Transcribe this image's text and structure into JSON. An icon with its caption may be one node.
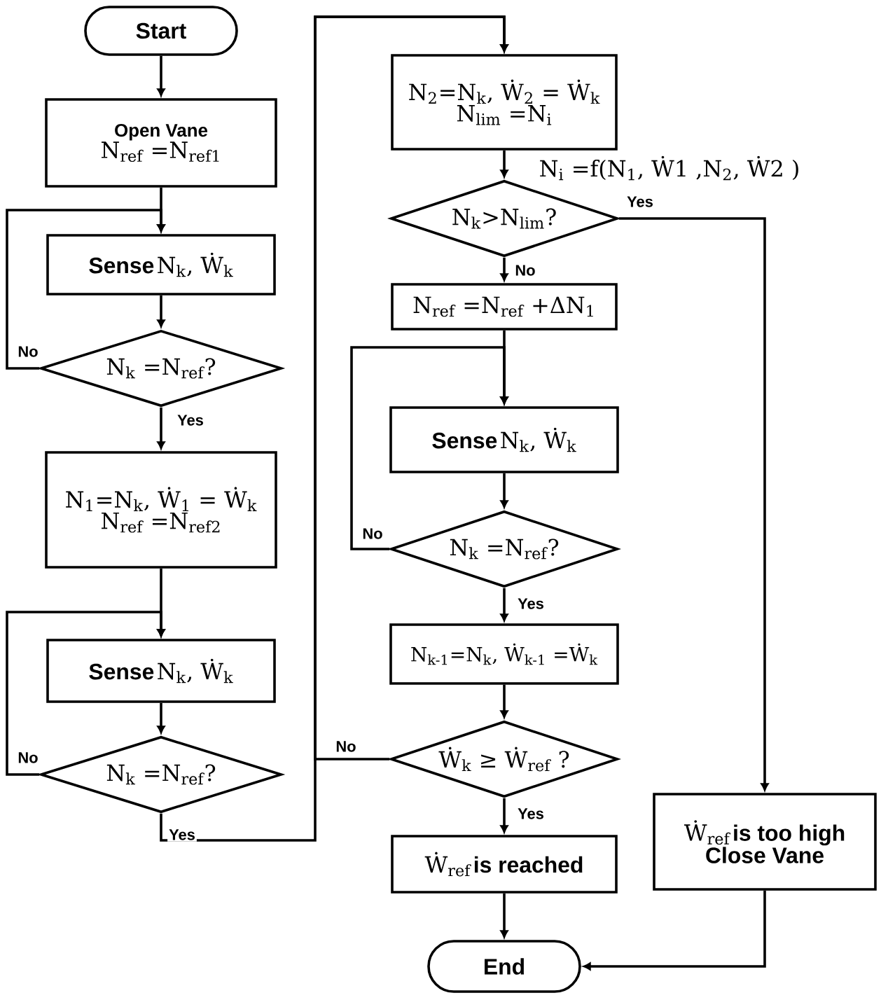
{
  "diagram": {
    "nodes": [
      {
        "text": [
          "Start"
        ]
      },
      {
        "text": [
          "Open Vane",
          "N$_{ref}$ =N$_{ref1}$"
        ]
      },
      {
        "text": [
          "Sense",
          "N$_{k}$, Ẇ$_{k}$"
        ]
      },
      {
        "text": [
          "N$_{k}$ =N$_{ref}$?"
        ]
      },
      {
        "text": [
          "N$_{1}$=N$_{k}$, Ẇ$_{1}$ = Ẇ$_{k}$",
          "N$_{ref}$ =N$_{ref2}$"
        ]
      },
      {
        "text": [
          "Sense",
          "N$_{k}$, Ẇ$_{k}$"
        ]
      },
      {
        "text": [
          "N$_{k}$ =N$_{ref}$?"
        ]
      },
      {
        "text": [
          "N$_{2}$=N$_{k}$, Ẇ$_{2}$ = Ẇ$_{k}$",
          "N$_{lim}$ =N$_{i}$"
        ],
        "beside": [
          "N$_{i}$ =f(N$_{1}$, Ẇ1 ,N$_{2}$, Ẇ2 )"
        ]
      },
      {
        "text": [
          "N$_{k}$>N$_{lim}$?"
        ]
      },
      {
        "text": [
          "N$_{ref}$ =N$_{ref}$ +ΔN$_{1}$"
        ]
      },
      {
        "text": [
          "Sense",
          "N$_{k}$, Ẇ$_{k}$"
        ]
      },
      {
        "text": [
          "N$_{k}$ =N$_{ref}$?"
        ]
      },
      {
        "text": [
          "N$_{k-1}$=N$_{k}$, Ẇ$_{k-1}$ =Ẇ$_{k}$"
        ]
      },
      {
        "text": [
          "Ẇ$_{k}$ ≥ Ẇ$_{ref}$ ?"
        ]
      },
      {
        "text": [
          "Ẇ$_{ref}$",
          "is reached"
        ]
      },
      {
        "text": [
          "Ẇ$_{ref}$",
          "is too high",
          "Close Vane"
        ]
      },
      {
        "text": [
          "End"
        ]
      }
    ],
    "edges": [
      {
        "from": 0,
        "to": 1,
        "arrow": "to"
      },
      {
        "from": 1,
        "to": 2,
        "arrow": "to"
      },
      {
        "from": 2,
        "to": 3,
        "arrow": "to"
      },
      {
        "from": 3,
        "to": 2,
        "arrow": "to",
        "label": "No"
      },
      {
        "from": 3,
        "to": 4,
        "arrow": "to",
        "label": "Yes"
      },
      {
        "from": 4,
        "to": 5,
        "arrow": "to"
      },
      {
        "from": 5,
        "to": 6,
        "arrow": "to"
      },
      {
        "from": 6,
        "to": 5,
        "arrow": "to",
        "label": "No"
      },
      {
        "from": 6,
        "to": 7,
        "arrow": "to",
        "label": "Yes"
      },
      {
        "from": 7,
        "to": 8,
        "arrow": "to"
      },
      {
        "from": 8,
        "to": 15,
        "arrow": "to",
        "label": "Yes"
      },
      {
        "from": 8,
        "to": 9,
        "arrow": "to",
        "label": "No"
      },
      {
        "from": 9,
        "to": 10,
        "arrow": "to"
      },
      {
        "from": 10,
        "to": 11,
        "arrow": "to"
      },
      {
        "from": 11,
        "to": 10,
        "arrow": "to",
        "label": "No"
      },
      {
        "from": 11,
        "to": 12,
        "arrow": "to",
        "label": "Yes"
      },
      {
        "from": 12,
        "to": 13,
        "arrow": "to"
      },
      {
        "from": 13,
        "to": 7,
        "arrow": "to",
        "label": "No"
      },
      {
        "from": 13,
        "to": 14,
        "arrow": "to",
        "label": "Yes"
      },
      {
        "from": 14,
        "to": 16,
        "arrow": "to"
      },
      {
        "from": 15,
        "to": 16,
        "arrow": "to"
      }
    ]
  }
}
